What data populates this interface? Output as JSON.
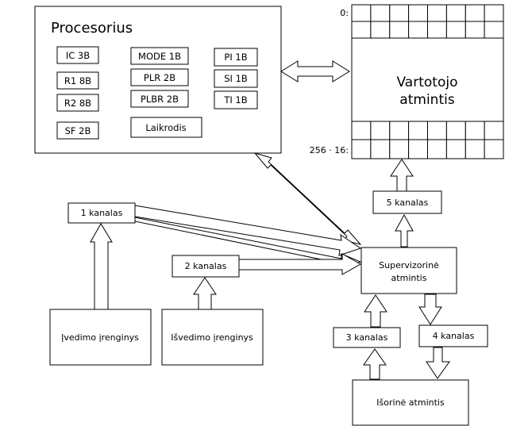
{
  "processor": {
    "title": "Procesorius",
    "registers": {
      "ic": "IC  3B",
      "r1": "R1  8B",
      "r2": "R2 8B",
      "sf": "SF  2B",
      "mode": "MODE  1B",
      "plr": "PLR  2B",
      "plbr": "PLBR  2B",
      "pi": "PI  1B",
      "si": "SI  1B",
      "ti": "TI  1B"
    },
    "clock": "Laikrodis"
  },
  "memory": {
    "title_line1": "Vartotojo",
    "title_line2": "atmintis",
    "start_label": "0:",
    "end_label": "256 · 16:"
  },
  "supervisor": {
    "line1": "Supervizorinė",
    "line2": "atmintis"
  },
  "channels": {
    "ch1": "1 kanalas",
    "ch2": "2 kanalas",
    "ch3": "3 kanalas",
    "ch4": "4 kanalas",
    "ch5": "5 kanalas"
  },
  "devices": {
    "input": "Įvedimo įrenginys",
    "output": "Išvedimo įrenginys",
    "external": "Išorinė atmintis"
  }
}
